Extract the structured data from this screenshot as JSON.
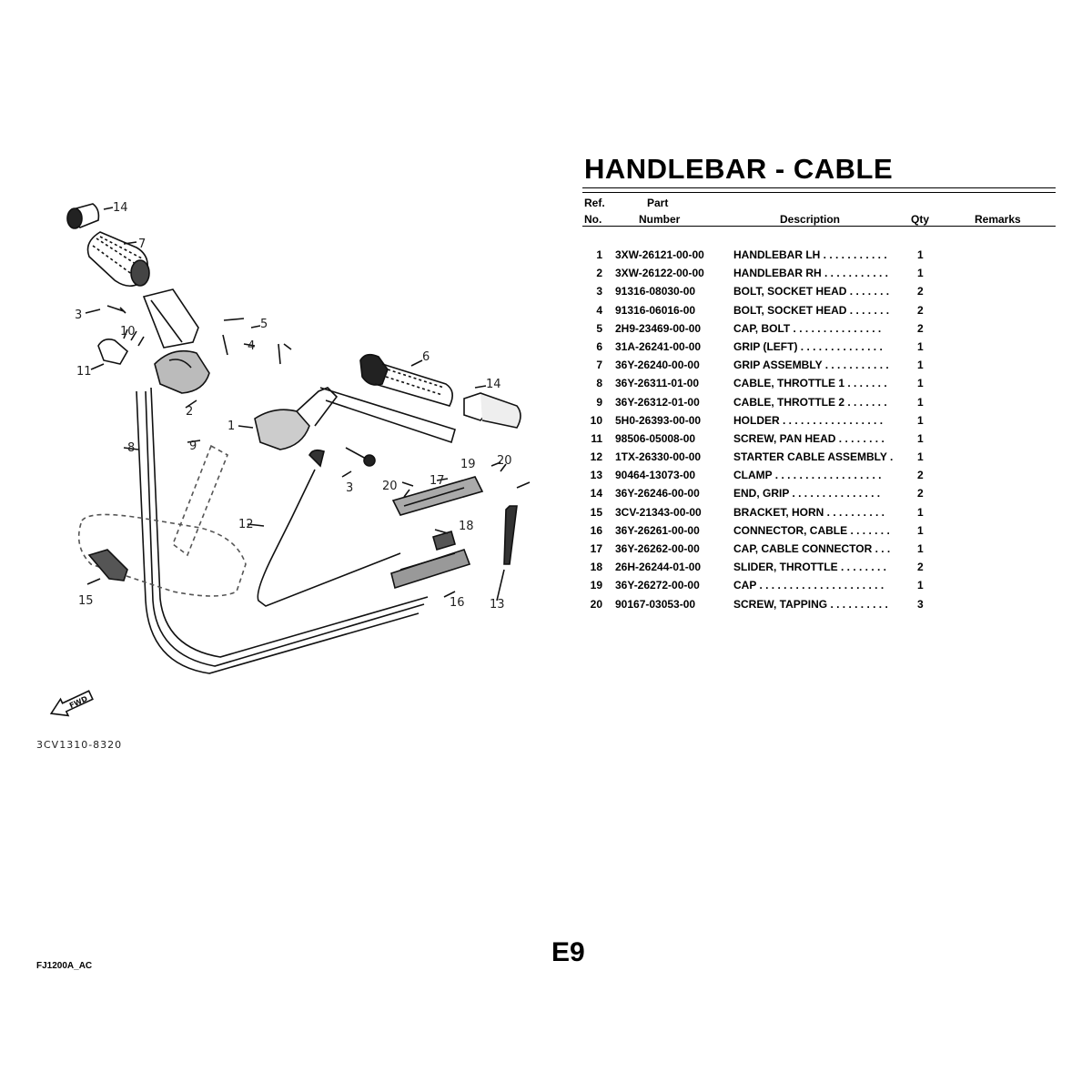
{
  "title": "HANDLEBAR - CABLE",
  "headers": {
    "ref_line1": "Ref.",
    "ref_line2": "No.",
    "part_line1": "Part",
    "part_line2": "Number",
    "description": "Description",
    "qty": "Qty",
    "remarks": "Remarks"
  },
  "parts": [
    {
      "ref": "1",
      "part": "3XW-26121-00-00",
      "desc": "HANDLEBAR LH  . . . . . . . . . . .",
      "qty": "1"
    },
    {
      "ref": "2",
      "part": "3XW-26122-00-00",
      "desc": "HANDLEBAR RH  . . . . . . . . . . .",
      "qty": "1"
    },
    {
      "ref": "3",
      "part": "91316-08030-00",
      "desc": "BOLT, SOCKET HEAD  . . . . . . .",
      "qty": "2"
    },
    {
      "ref": "4",
      "part": "91316-06016-00",
      "desc": "BOLT, SOCKET HEAD  . . . . . . .",
      "qty": "2"
    },
    {
      "ref": "5",
      "part": "2H9-23469-00-00",
      "desc": "CAP, BOLT  . . . . . . . . . . . . . . .",
      "qty": "2"
    },
    {
      "ref": "6",
      "part": "31A-26241-00-00",
      "desc": "GRIP (LEFT)  . . . . . . . . . . . . . .",
      "qty": "1"
    },
    {
      "ref": "7",
      "part": "36Y-26240-00-00",
      "desc": "GRIP ASSEMBLY  . . . . . . . . . . .",
      "qty": "1"
    },
    {
      "ref": "8",
      "part": "36Y-26311-01-00",
      "desc": "CABLE, THROTTLE 1  . . . . . . .",
      "qty": "1"
    },
    {
      "ref": "9",
      "part": "36Y-26312-01-00",
      "desc": "CABLE, THROTTLE 2  . . . . . . .",
      "qty": "1"
    },
    {
      "ref": "10",
      "part": "5H0-26393-00-00",
      "desc": "HOLDER  . . . . . . . . . . . . . . . . .",
      "qty": "1"
    },
    {
      "ref": "11",
      "part": "98506-05008-00",
      "desc": "SCREW, PAN HEAD  . . . . . . . .",
      "qty": "1"
    },
    {
      "ref": "12",
      "part": "1TX-26330-00-00",
      "desc": "STARTER CABLE ASSEMBLY  .",
      "qty": "1"
    },
    {
      "ref": "13",
      "part": "90464-13073-00",
      "desc": "CLAMP  . . . . . . . . . . . . . . . . . .",
      "qty": "2"
    },
    {
      "ref": "14",
      "part": "36Y-26246-00-00",
      "desc": "END, GRIP  . . . . . . . . . . . . . . .",
      "qty": "2"
    },
    {
      "ref": "15",
      "part": "3CV-21343-00-00",
      "desc": "BRACKET, HORN  . . . . . . . . . .",
      "qty": "1"
    },
    {
      "ref": "16",
      "part": "36Y-26261-00-00",
      "desc": "CONNECTOR, CABLE  . . . . . . .",
      "qty": "1"
    },
    {
      "ref": "17",
      "part": "36Y-26262-00-00",
      "desc": "CAP, CABLE CONNECTOR  . . .",
      "qty": "1"
    },
    {
      "ref": "18",
      "part": "26H-26244-01-00",
      "desc": "SLIDER, THROTTLE  . . . . . . . .",
      "qty": "2"
    },
    {
      "ref": "19",
      "part": "36Y-26272-00-00",
      "desc": "CAP  . . . . . . . . . . . . . . . . . . . . .",
      "qty": "1"
    },
    {
      "ref": "20",
      "part": "90167-03053-00",
      "desc": "SCREW, TAPPING  . . . . . . . . . .",
      "qty": "3"
    }
  ],
  "diagram": {
    "callouts": [
      "14",
      "7",
      "3",
      "10",
      "11",
      "5",
      "4",
      "2",
      "6",
      "14",
      "1",
      "8",
      "9",
      "3",
      "19",
      "20",
      "20",
      "17",
      "12",
      "18",
      "15",
      "16",
      "13"
    ],
    "fwd_label": "FWD",
    "drawing_code": "3CV1310-8320"
  },
  "page_number": "E9",
  "footer_code": "FJ1200A_AC"
}
